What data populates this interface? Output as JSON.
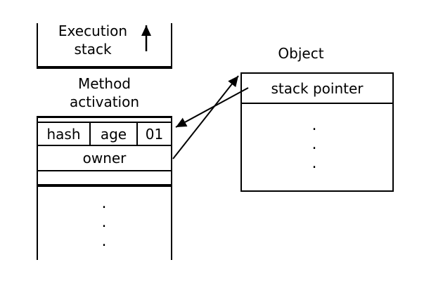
{
  "execution_stack": {
    "title_line1": "Execution",
    "title_line2": "stack",
    "method_cell_line1": "Method",
    "method_cell_line2": "activation",
    "fields": [
      "hash",
      "age",
      "01"
    ],
    "owner_label": "owner",
    "ellipsis": [
      ".",
      ".",
      "."
    ]
  },
  "object": {
    "title": "Object",
    "first_field": "stack pointer",
    "ellipsis": [
      ".",
      ".",
      "."
    ]
  },
  "icons": {
    "up_arrow": "up-arrow"
  },
  "colors": {
    "line": "#000000",
    "background": "#ffffff"
  }
}
